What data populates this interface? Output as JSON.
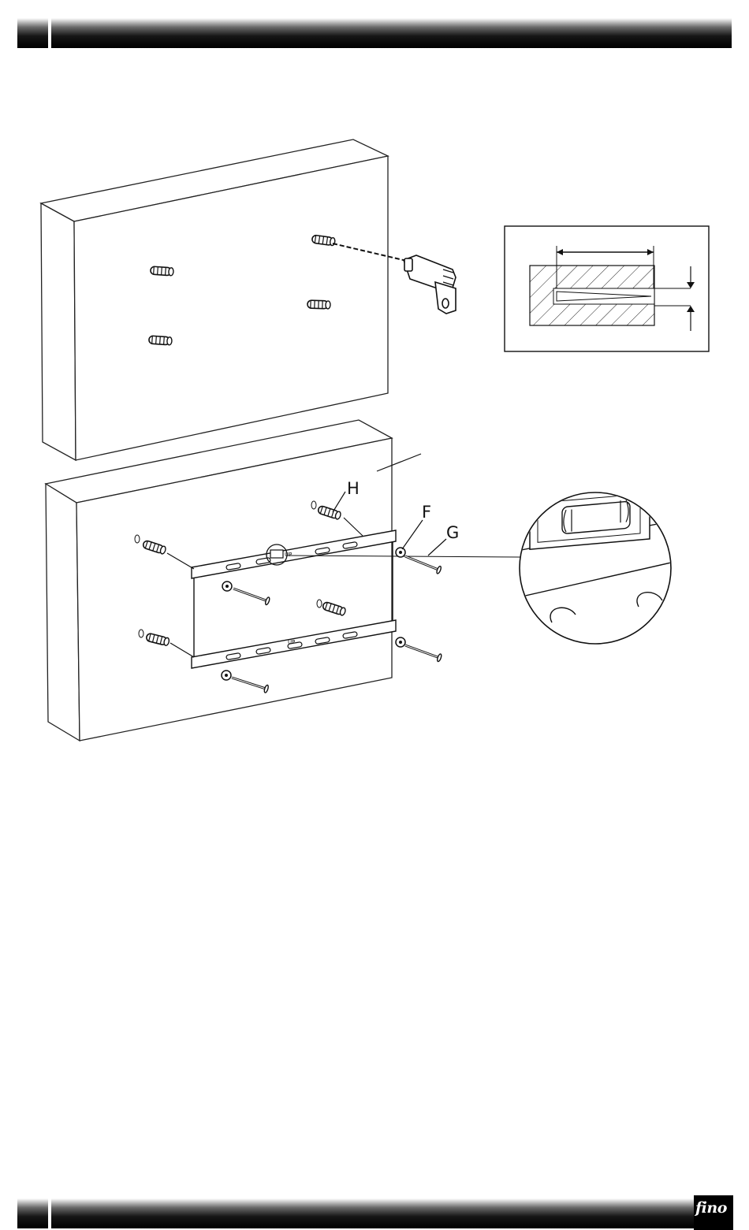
{
  "labels": {
    "anchor": "H",
    "washer": "F",
    "screw": "G"
  },
  "bracket": {
    "up_mark": "UP"
  },
  "brand": {
    "logo_text": "fino"
  },
  "icons": [
    "drill-icon",
    "anchor-plug-icon",
    "screw-icon",
    "washer-icon",
    "bubble-level-icon"
  ]
}
